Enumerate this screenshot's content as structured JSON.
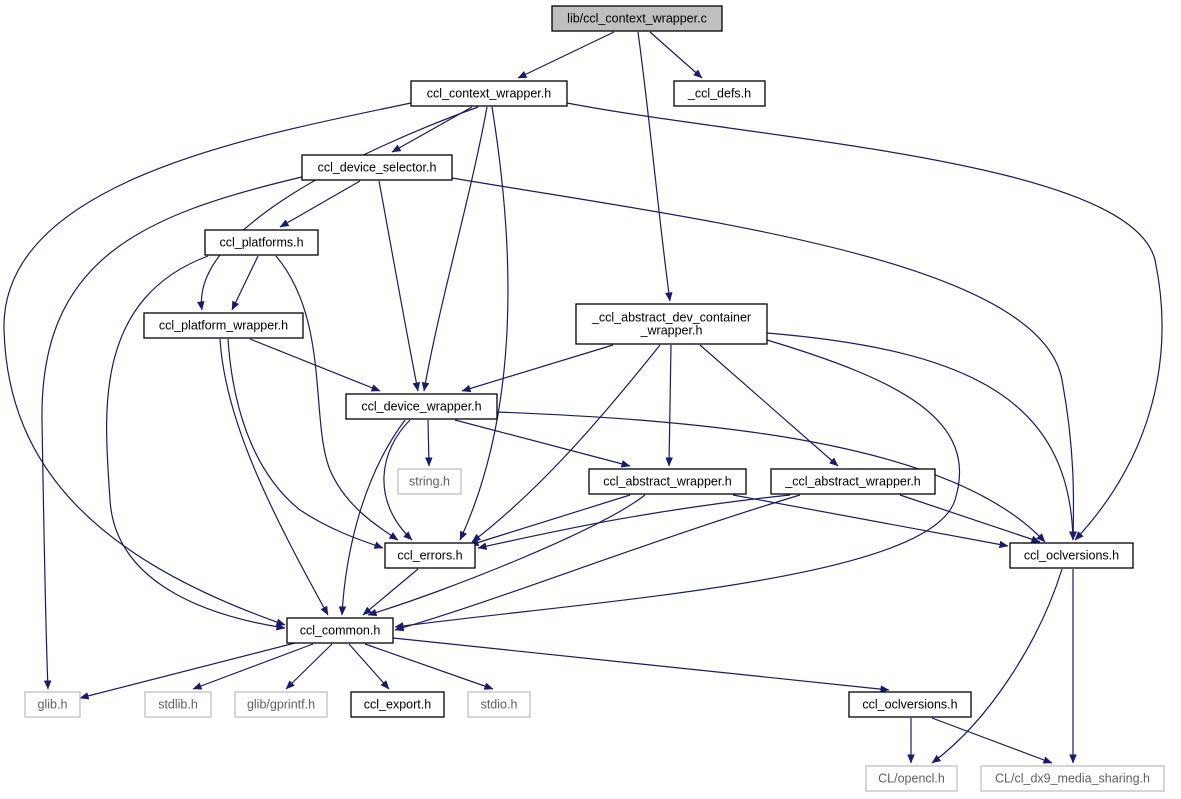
{
  "title": "lib/ccl_context_wrapper.c",
  "colors": {
    "edge": "#191970",
    "arrow": "#191970",
    "root_fill": "#bfbfbf",
    "node_border": "#000000",
    "external_border": "#bfbfbf",
    "external_text": "#606060"
  },
  "nodes": [
    {
      "id": "root",
      "lines": [
        "lib/ccl_context_wrapper.c"
      ],
      "kind": "root"
    },
    {
      "id": "context_wrapper_h",
      "lines": [
        "ccl_context_wrapper.h"
      ],
      "kind": "local"
    },
    {
      "id": "ccl_defs_h",
      "lines": [
        "_ccl_defs.h"
      ],
      "kind": "local"
    },
    {
      "id": "device_selector_h",
      "lines": [
        "ccl_device_selector.h"
      ],
      "kind": "local"
    },
    {
      "id": "platforms_h",
      "lines": [
        "ccl_platforms.h"
      ],
      "kind": "local"
    },
    {
      "id": "platform_wrapper_h",
      "lines": [
        "ccl_platform_wrapper.h"
      ],
      "kind": "local"
    },
    {
      "id": "abstract_dev_container_h",
      "lines": [
        "_ccl_abstract_dev_container",
        "_wrapper.h"
      ],
      "kind": "local"
    },
    {
      "id": "device_wrapper_h",
      "lines": [
        "ccl_device_wrapper.h"
      ],
      "kind": "local"
    },
    {
      "id": "string_h",
      "lines": [
        "string.h"
      ],
      "kind": "external"
    },
    {
      "id": "ccl_abstract_wrapper_h",
      "lines": [
        "ccl_abstract_wrapper.h"
      ],
      "kind": "local"
    },
    {
      "id": "_ccl_abstract_wrapper_h",
      "lines": [
        "_ccl_abstract_wrapper.h"
      ],
      "kind": "local"
    },
    {
      "id": "errors_h",
      "lines": [
        "ccl_errors.h"
      ],
      "kind": "local"
    },
    {
      "id": "oclversions_h_a",
      "lines": [
        "ccl_oclversions.h"
      ],
      "kind": "local"
    },
    {
      "id": "common_h",
      "lines": [
        "ccl_common.h"
      ],
      "kind": "local"
    },
    {
      "id": "glib_h",
      "lines": [
        "glib.h"
      ],
      "kind": "external"
    },
    {
      "id": "stdlib_h",
      "lines": [
        "stdlib.h"
      ],
      "kind": "external"
    },
    {
      "id": "gprintf_h",
      "lines": [
        "glib/gprintf.h"
      ],
      "kind": "external"
    },
    {
      "id": "export_h",
      "lines": [
        "ccl_export.h"
      ],
      "kind": "local"
    },
    {
      "id": "stdio_h",
      "lines": [
        "stdio.h"
      ],
      "kind": "external"
    },
    {
      "id": "oclversions_h_b",
      "lines": [
        "ccl_oclversions.h"
      ],
      "kind": "local"
    },
    {
      "id": "opencl_h",
      "lines": [
        "CL/opencl.h"
      ],
      "kind": "external"
    },
    {
      "id": "dx9_h",
      "lines": [
        "CL/cl_dx9_media_sharing.h"
      ],
      "kind": "external"
    }
  ],
  "edges": [
    {
      "from": "root",
      "to": "context_wrapper_h"
    },
    {
      "from": "root",
      "to": "ccl_defs_h"
    },
    {
      "from": "root",
      "to": "abstract_dev_container_h"
    },
    {
      "from": "context_wrapper_h",
      "to": "device_selector_h"
    },
    {
      "from": "context_wrapper_h",
      "to": "platform_wrapper_h"
    },
    {
      "from": "context_wrapper_h",
      "to": "device_wrapper_h"
    },
    {
      "from": "context_wrapper_h",
      "to": "errors_h"
    },
    {
      "from": "context_wrapper_h",
      "to": "common_h"
    },
    {
      "from": "context_wrapper_h",
      "to": "oclversions_h_a"
    },
    {
      "from": "device_selector_h",
      "to": "platforms_h"
    },
    {
      "from": "device_selector_h",
      "to": "device_wrapper_h"
    },
    {
      "from": "device_selector_h",
      "to": "glib_h"
    },
    {
      "from": "device_selector_h",
      "to": "oclversions_h_a"
    },
    {
      "from": "platforms_h",
      "to": "platform_wrapper_h"
    },
    {
      "from": "platforms_h",
      "to": "errors_h"
    },
    {
      "from": "platforms_h",
      "to": "common_h"
    },
    {
      "from": "platform_wrapper_h",
      "to": "device_wrapper_h"
    },
    {
      "from": "platform_wrapper_h",
      "to": "errors_h"
    },
    {
      "from": "platform_wrapper_h",
      "to": "common_h"
    },
    {
      "from": "abstract_dev_container_h",
      "to": "device_wrapper_h"
    },
    {
      "from": "abstract_dev_container_h",
      "to": "ccl_abstract_wrapper_h"
    },
    {
      "from": "abstract_dev_container_h",
      "to": "_ccl_abstract_wrapper_h"
    },
    {
      "from": "abstract_dev_container_h",
      "to": "errors_h"
    },
    {
      "from": "abstract_dev_container_h",
      "to": "common_h"
    },
    {
      "from": "abstract_dev_container_h",
      "to": "oclversions_h_a"
    },
    {
      "from": "device_wrapper_h",
      "to": "string_h"
    },
    {
      "from": "device_wrapper_h",
      "to": "ccl_abstract_wrapper_h"
    },
    {
      "from": "device_wrapper_h",
      "to": "errors_h"
    },
    {
      "from": "device_wrapper_h",
      "to": "common_h"
    },
    {
      "from": "device_wrapper_h",
      "to": "oclversions_h_a"
    },
    {
      "from": "ccl_abstract_wrapper_h",
      "to": "errors_h"
    },
    {
      "from": "ccl_abstract_wrapper_h",
      "to": "common_h"
    },
    {
      "from": "ccl_abstract_wrapper_h",
      "to": "oclversions_h_a"
    },
    {
      "from": "_ccl_abstract_wrapper_h",
      "to": "errors_h"
    },
    {
      "from": "_ccl_abstract_wrapper_h",
      "to": "common_h"
    },
    {
      "from": "_ccl_abstract_wrapper_h",
      "to": "oclversions_h_a"
    },
    {
      "from": "errors_h",
      "to": "common_h"
    },
    {
      "from": "oclversions_h_a",
      "to": "opencl_h"
    },
    {
      "from": "oclversions_h_a",
      "to": "dx9_h"
    },
    {
      "from": "common_h",
      "to": "glib_h"
    },
    {
      "from": "common_h",
      "to": "stdlib_h"
    },
    {
      "from": "common_h",
      "to": "gprintf_h"
    },
    {
      "from": "common_h",
      "to": "export_h"
    },
    {
      "from": "common_h",
      "to": "stdio_h"
    },
    {
      "from": "common_h",
      "to": "oclversions_h_b"
    },
    {
      "from": "oclversions_h_b",
      "to": "opencl_h"
    },
    {
      "from": "oclversions_h_b",
      "to": "dx9_h"
    }
  ]
}
